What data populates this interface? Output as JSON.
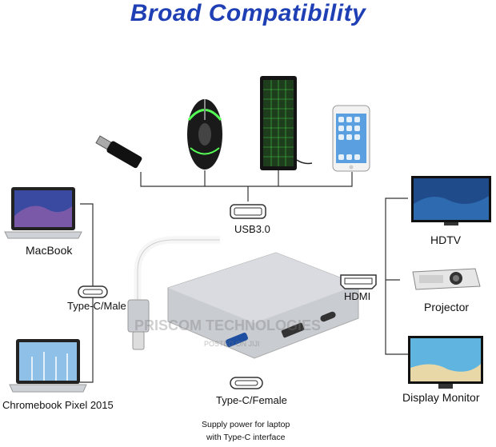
{
  "title": "Broad Compatibility",
  "labels": {
    "usb": "USB3.0",
    "macbook": "MacBook",
    "typec_male": "Type-C/Male",
    "chromebook": "Chromebook Pixel 2015",
    "hdtv": "HDTV",
    "hdmi": "HDMI",
    "projector": "Projector",
    "display_monitor": "Display Monitor",
    "typec_female": "Type-C/Female",
    "supply_line1": "Supply power for laptop",
    "supply_line2": "with Type-C interface"
  },
  "watermark": {
    "main": "PRISCOM TECHNOLOGIES",
    "sub": "POSTED ON JIJI"
  },
  "colors": {
    "title": "#1f3fb5",
    "line": "#333333",
    "adapter": "#c9ccd1"
  }
}
